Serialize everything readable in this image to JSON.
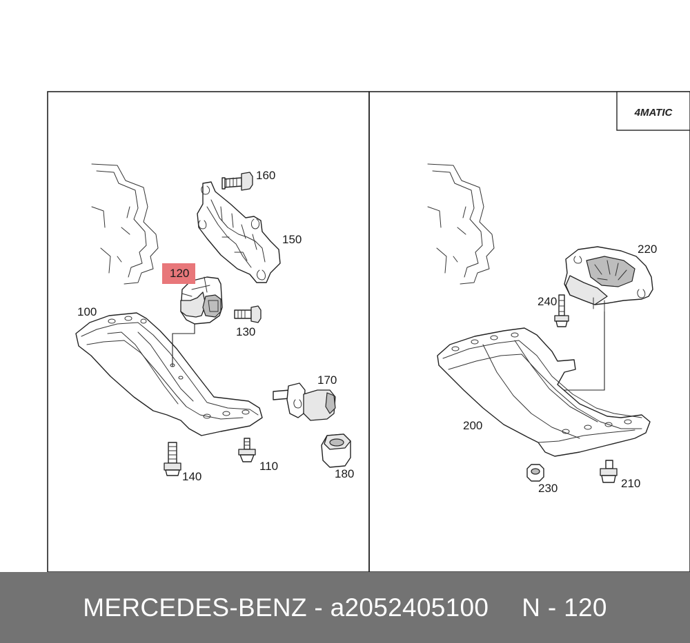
{
  "badge": "4MATIC",
  "callouts": {
    "c160": "160",
    "c150": "150",
    "c120": "120",
    "c100": "100",
    "c130": "130",
    "c170": "170",
    "c140": "140",
    "c110": "110",
    "c180": "180",
    "c220": "220",
    "c240": "240",
    "c200": "200",
    "c230": "230",
    "c210": "210"
  },
  "highlight_color": "#e8777a",
  "footer": {
    "brand": "MERCEDES-BENZ - a2052405100",
    "code": "N - 120"
  }
}
